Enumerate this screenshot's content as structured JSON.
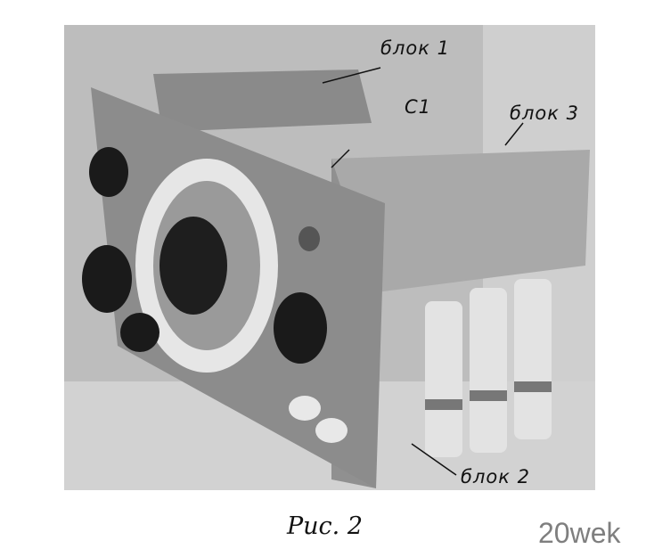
{
  "figure": {
    "labels": {
      "block1": "блок 1",
      "c1": "C1",
      "block3": "блок 3",
      "block2": "блок 2"
    },
    "caption": "Рис. 2"
  },
  "watermark": "20wek"
}
